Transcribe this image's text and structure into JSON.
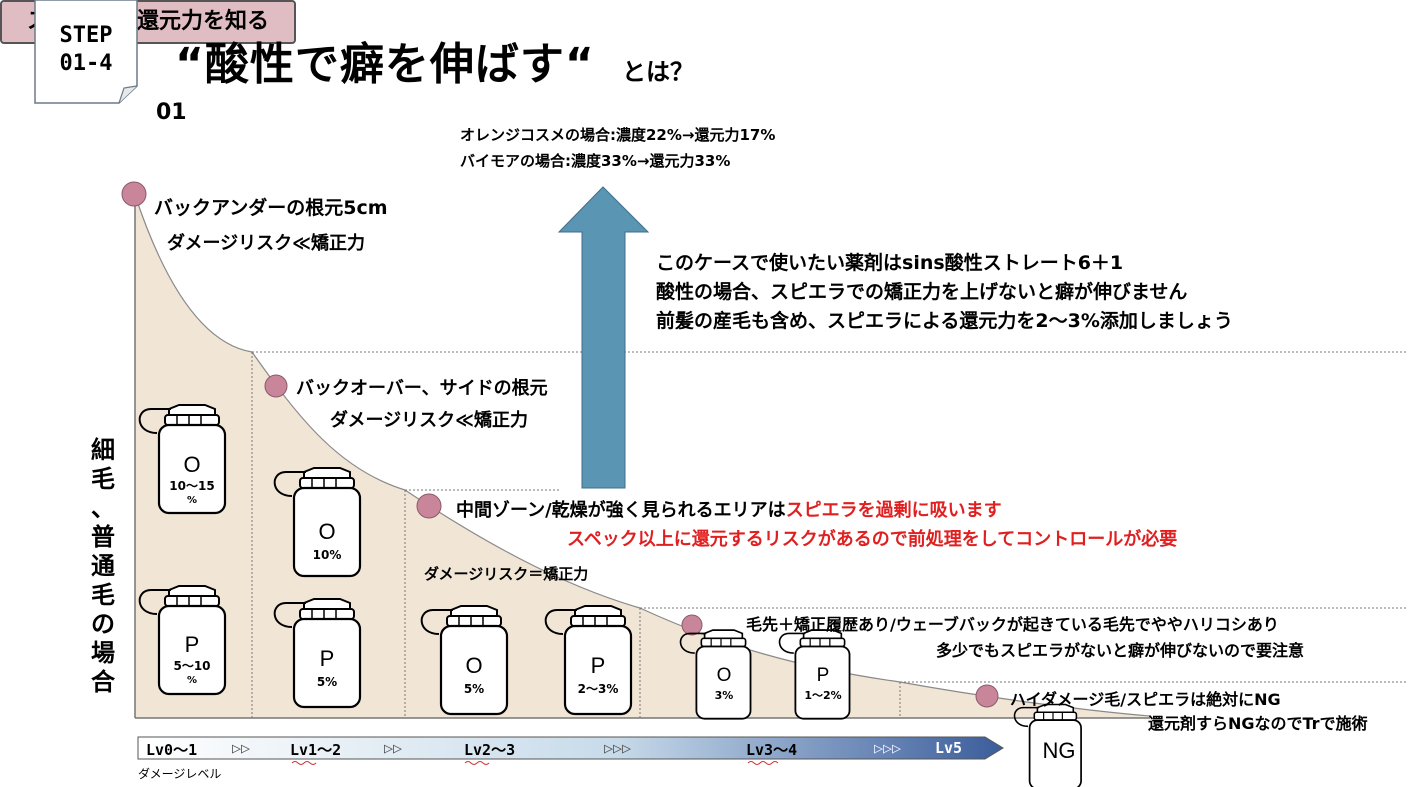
{
  "step": {
    "line1": "STEP",
    "line2": "01-4"
  },
  "title": {
    "main": "“酸性で癖を伸ばす“",
    "suffix": "とは？"
  },
  "section": {
    "number": "01",
    "label": "スピエラの還元力を知る"
  },
  "reduction_info": [
    "オレンジコスメの場合:濃度22%→還元力17%",
    "バイモアの場合:濃度33%→還元力33%"
  ],
  "case_text": [
    "このケースで使いたい薬剤はsins酸性ストレート6＋1",
    "酸性の場合、スピエラでの矯正力を上げないと癖が伸びません",
    "前髪の産毛も含め、スピエラによる還元力を2〜3%添加しましょう"
  ],
  "vertical_label": [
    "細",
    "毛",
    "、",
    "普",
    "通",
    "毛",
    "の",
    "場",
    "合"
  ],
  "zones": {
    "z1": {
      "title": "バックアンダーの根元5cm",
      "risk": "ダメージリスク≪矯正力"
    },
    "z2": {
      "title": "バックオーバー、サイドの根元",
      "risk": "ダメージリスク≪矯正力"
    },
    "z3": {
      "title": "中間ゾーン/乾燥が強く見られるエリアは",
      "title_red": "スピエラを過剰に吸います",
      "warning": "スペック以上に還元するリスクがあるので前処理をしてコントロールが必要",
      "risk": "ダメージリスク＝矯正力"
    },
    "z4": {
      "line1": "毛先＋矯正履歴あり/ウェーブバックが起きている毛先でややハリコシあり",
      "line2": "多少でもスピエラがないと癖が伸びないので要注意"
    },
    "z5": {
      "line1": "ハイダメージ毛/スピエラは絶対にNG",
      "line2": "還元剤すらNGなのでTrで施術"
    }
  },
  "bottles": [
    {
      "letter": "O",
      "value": "10〜15",
      "value2": "%"
    },
    {
      "letter": "P",
      "value": "5〜10",
      "value2": "%"
    },
    {
      "letter": "O",
      "value": "10%",
      "value2": ""
    },
    {
      "letter": "P",
      "value": "5%",
      "value2": ""
    },
    {
      "letter": "O",
      "value": "5%",
      "value2": ""
    },
    {
      "letter": "P",
      "value": "2〜3%",
      "value2": ""
    },
    {
      "letter": "O",
      "value": "3%",
      "value2": ""
    },
    {
      "letter": "P",
      "value": "1〜2%",
      "value2": ""
    }
  ],
  "ng_bottle": {
    "label": "NG"
  },
  "levels": {
    "lv01": "Lv0〜1",
    "arrows1": "▷▷",
    "lv12": "Lv1〜2",
    "arrows2": "▷▷",
    "lv23": "Lv2〜3",
    "arrows3": "▷▷▷",
    "lv34": "Lv3〜4",
    "arrows4": "▷▷▷",
    "lv5": "Lv5"
  },
  "damage_level_label": "ダメージレベル",
  "colors": {
    "area_fill": "#f1e5d6",
    "dot": "#c9869a",
    "arrow": "#5a96b4",
    "section_bg": "#dfbdc3",
    "warning_red": "#e02020"
  }
}
